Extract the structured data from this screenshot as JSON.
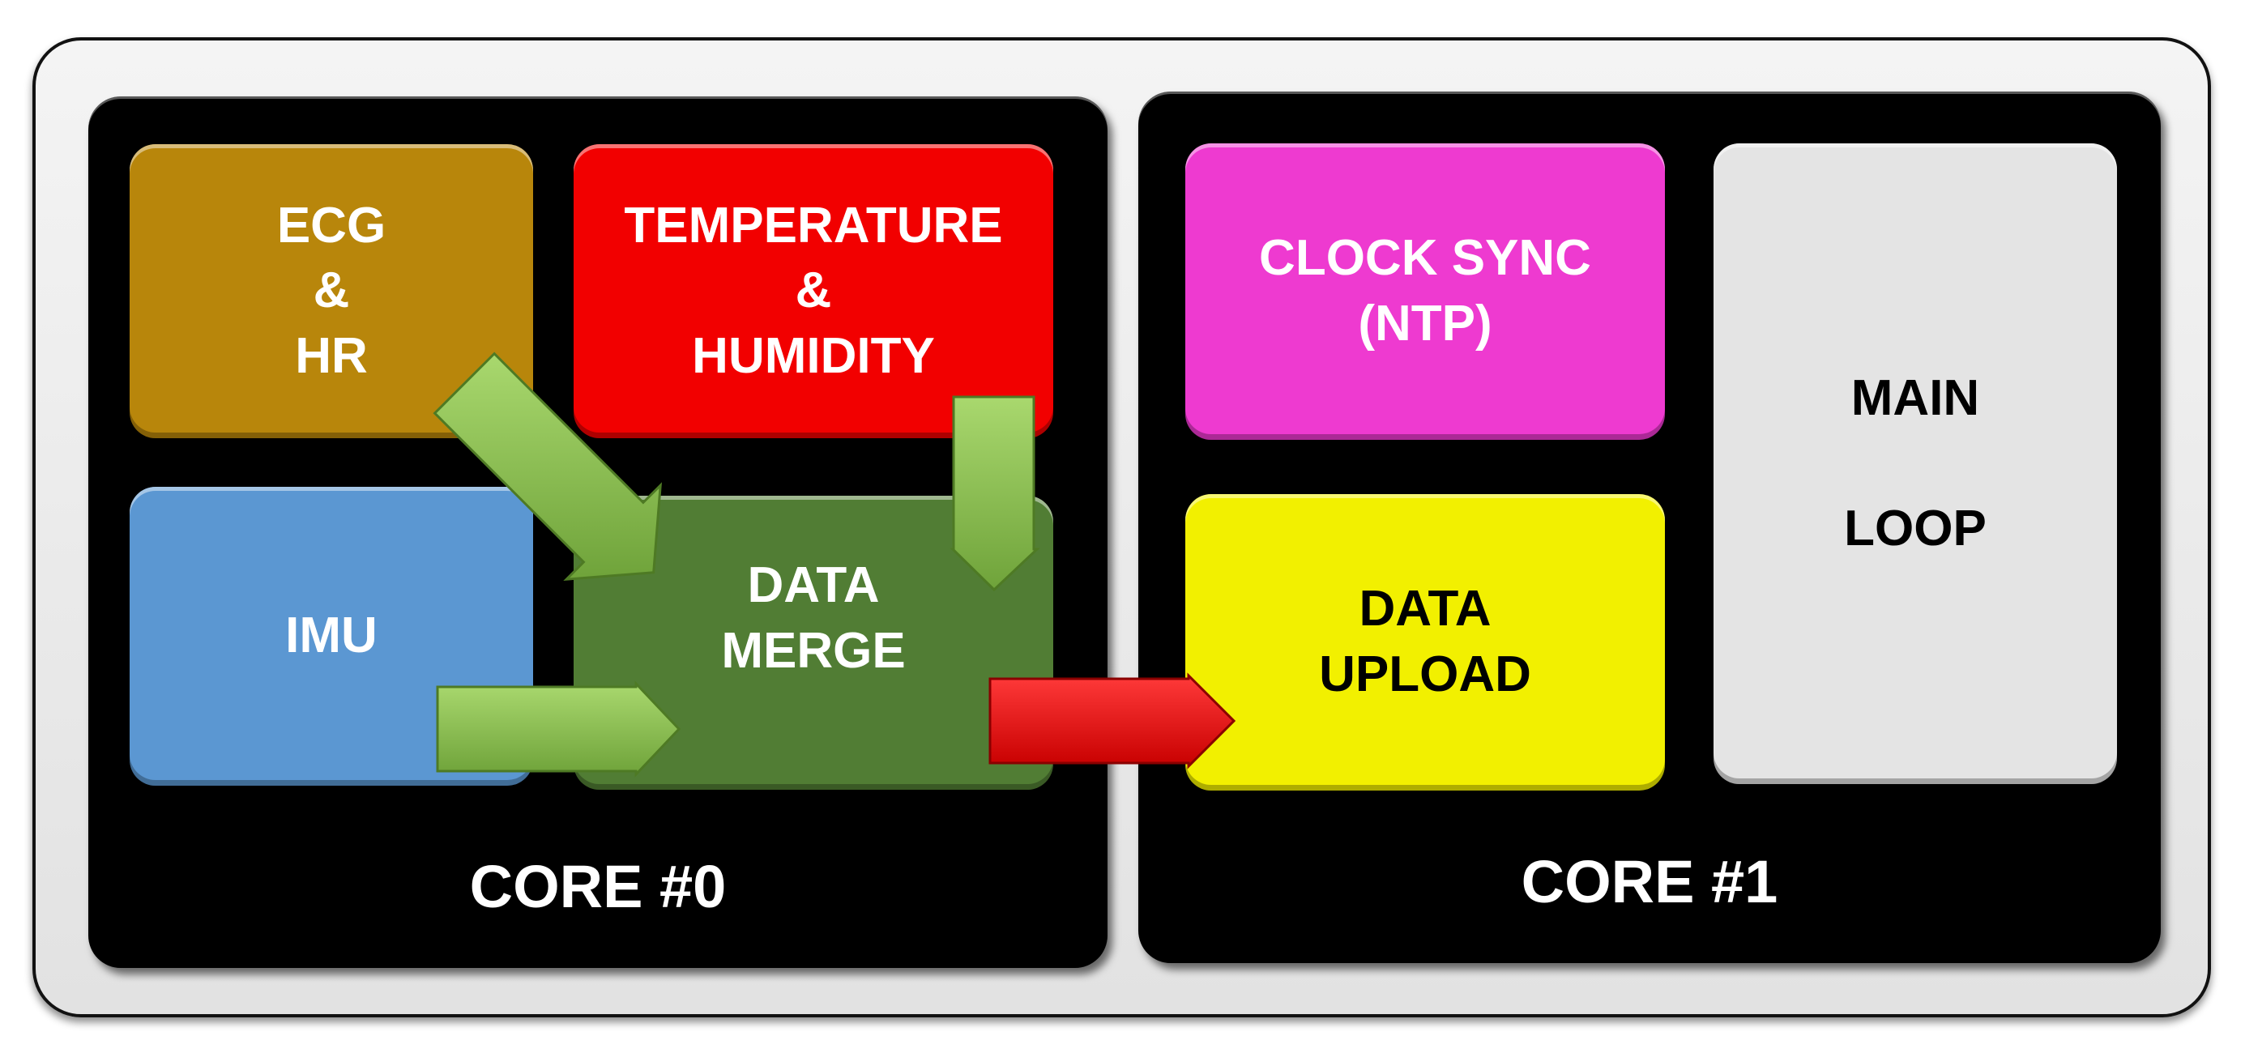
{
  "cores": [
    {
      "title": "CORE #0",
      "blocks": [
        {
          "label": "ECG\n&\nHR",
          "color": "#b8860b",
          "text_color": "#ffffff"
        },
        {
          "label": "TEMPERATURE\n&\nHUMIDITY",
          "color": "#f20000",
          "text_color": "#ffffff"
        },
        {
          "label": "IMU",
          "color": "#5b97d2",
          "text_color": "#ffffff"
        },
        {
          "label": "DATA\nMERGE",
          "color": "#517d34",
          "text_color": "#ffffff"
        }
      ]
    },
    {
      "title": "CORE #1",
      "blocks": [
        {
          "label": "CLOCK SYNC\n(NTP)",
          "color": "#ee3ad0",
          "text_color": "#ffffff"
        },
        {
          "label": "DATA\nUPLOAD",
          "color": "#f2f000",
          "text_color": "#000000"
        },
        {
          "label": "MAIN\n\nLOOP",
          "color": "#e4e4e4",
          "text_color": "#000000"
        }
      ]
    }
  ],
  "colors": {
    "frame": "#e8e8e8",
    "core_background": "#000000",
    "flow_arrow": "#8bc34a",
    "upload_arrow": "#e80000"
  }
}
